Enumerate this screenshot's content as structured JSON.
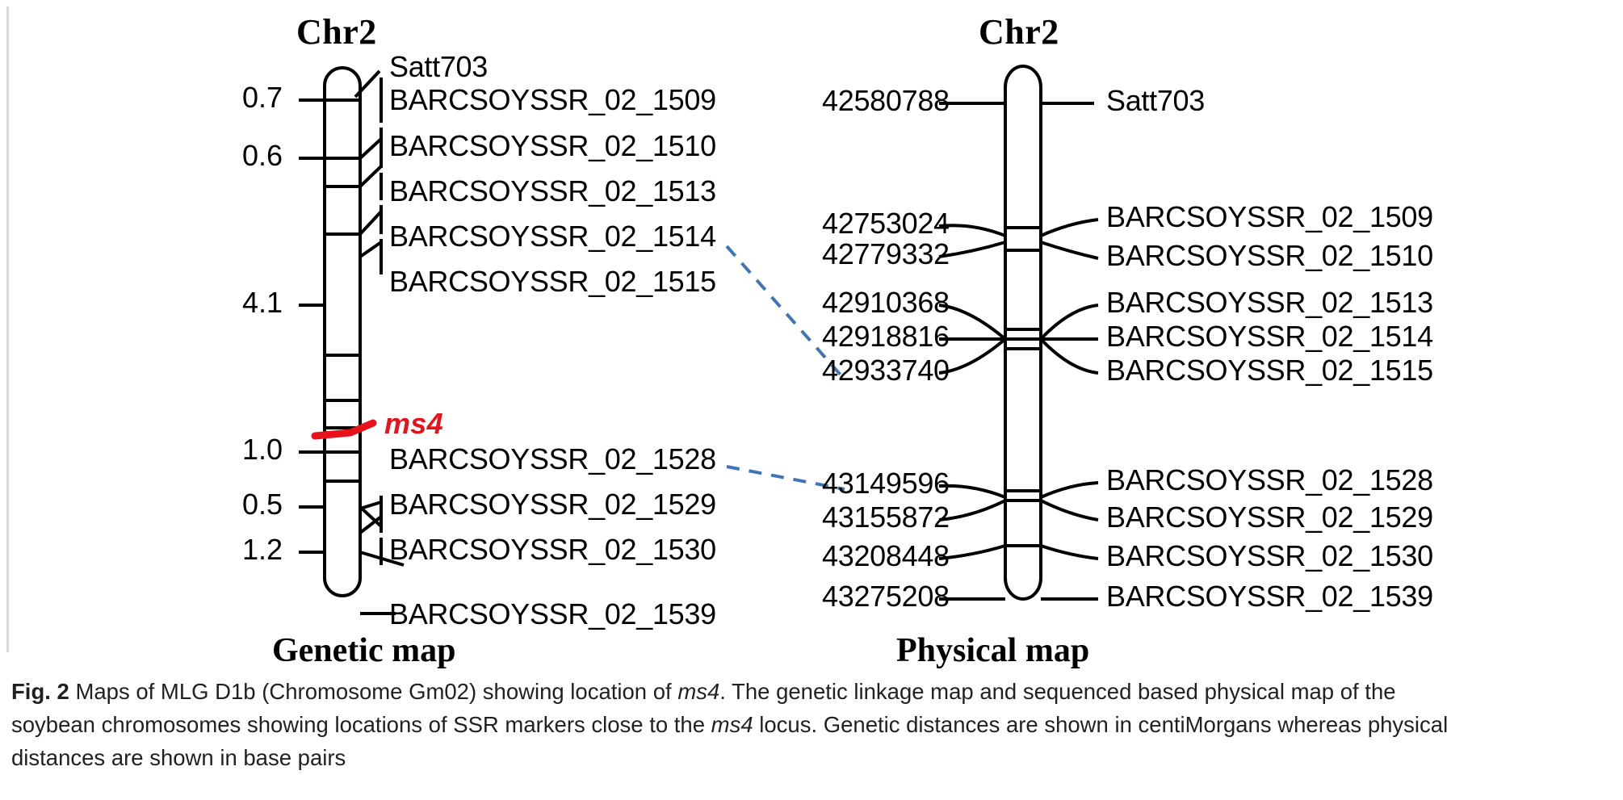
{
  "figure": {
    "label": "Fig. 2",
    "caption_lines": [
      "Maps of MLG D1b (Chromosome Gm02) showing location of ms4. The genetic linkage map and sequenced based physical map of the",
      "soybean chromosomes showing locations of SSR markers close to the ms4 locus. Genetic distances are shown in centiMorgans whereas physical",
      "distances are shown in base pairs"
    ],
    "caption_italic_terms": [
      "ms4"
    ]
  },
  "genetic_map": {
    "title": "Chr2",
    "footer": "Genetic map",
    "unit": "centiMorgans",
    "distances": [
      "0.7",
      "0.6",
      "4.1",
      "1.0",
      "0.5",
      "1.2"
    ],
    "locus": {
      "name": "ms4",
      "color": "#e8131a"
    },
    "markers": [
      "Satt703",
      "BARCSOYSSR_02_1509",
      "BARCSOYSSR_02_1510",
      "BARCSOYSSR_02_1513",
      "BARCSOYSSR_02_1514",
      "BARCSOYSSR_02_1515",
      "BARCSOYSSR_02_1528",
      "BARCSOYSSR_02_1529",
      "BARCSOYSSR_02_1530",
      "BARCSOYSSR_02_1539"
    ]
  },
  "physical_map": {
    "title": "Chr2",
    "footer": "Physical map",
    "unit": "base pairs",
    "rows": [
      {
        "position": "42580788",
        "marker": "Satt703"
      },
      {
        "position": "42753024",
        "marker": "BARCSOYSSR_02_1509"
      },
      {
        "position": "42779332",
        "marker": "BARCSOYSSR_02_1510"
      },
      {
        "position": "42910368",
        "marker": "BARCSOYSSR_02_1513"
      },
      {
        "position": "42918816",
        "marker": "BARCSOYSSR_02_1514"
      },
      {
        "position": "42933740",
        "marker": "BARCSOYSSR_02_1515"
      },
      {
        "position": "43149596",
        "marker": "BARCSOYSSR_02_1528"
      },
      {
        "position": "43155872",
        "marker": "BARCSOYSSR_02_1529"
      },
      {
        "position": "43208448",
        "marker": "BARCSOYSSR_02_1530"
      },
      {
        "position": "43275208",
        "marker": "BARCSOYSSR_02_1539"
      }
    ]
  },
  "connectors": {
    "color": "#3f75b5",
    "links": [
      {
        "from_marker": "BARCSOYSSR_02_1515",
        "to_position": "42933740"
      },
      {
        "from_marker": "BARCSOYSSR_02_1528",
        "to_position": "43149596"
      }
    ]
  },
  "chart_data": {
    "type": "diagram",
    "title": "Maps of MLG D1b (Chromosome Gm02) showing location of ms4",
    "panels": [
      {
        "name": "Genetic map",
        "chromosome": "Chr2",
        "axis_unit": "cM",
        "interval_distances_cM": [
          0.7,
          0.6,
          4.1,
          1.0,
          0.5,
          1.2
        ],
        "features": [
          {
            "marker": "Satt703",
            "type": "SSR"
          },
          {
            "marker": "BARCSOYSSR_02_1509",
            "type": "SSR"
          },
          {
            "marker": "BARCSOYSSR_02_1510",
            "type": "SSR"
          },
          {
            "marker": "BARCSOYSSR_02_1513",
            "type": "SSR"
          },
          {
            "marker": "BARCSOYSSR_02_1514",
            "type": "SSR"
          },
          {
            "marker": "BARCSOYSSR_02_1515",
            "type": "SSR"
          },
          {
            "marker": "ms4",
            "type": "locus"
          },
          {
            "marker": "BARCSOYSSR_02_1528",
            "type": "SSR"
          },
          {
            "marker": "BARCSOYSSR_02_1529",
            "type": "SSR"
          },
          {
            "marker": "BARCSOYSSR_02_1530",
            "type": "SSR"
          },
          {
            "marker": "BARCSOYSSR_02_1539",
            "type": "SSR"
          }
        ]
      },
      {
        "name": "Physical map",
        "chromosome": "Chr2",
        "axis_unit": "bp",
        "features": [
          {
            "marker": "Satt703",
            "position_bp": 42580788
          },
          {
            "marker": "BARCSOYSSR_02_1509",
            "position_bp": 42753024
          },
          {
            "marker": "BARCSOYSSR_02_1510",
            "position_bp": 42779332
          },
          {
            "marker": "BARCSOYSSR_02_1513",
            "position_bp": 42910368
          },
          {
            "marker": "BARCSOYSSR_02_1514",
            "position_bp": 42918816
          },
          {
            "marker": "BARCSOYSSR_02_1515",
            "position_bp": 42933740
          },
          {
            "marker": "BARCSOYSSR_02_1528",
            "position_bp": 43149596
          },
          {
            "marker": "BARCSOYSSR_02_1529",
            "position_bp": 43155872
          },
          {
            "marker": "BARCSOYSSR_02_1530",
            "position_bp": 43208448
          },
          {
            "marker": "BARCSOYSSR_02_1539",
            "position_bp": 43275208
          }
        ]
      }
    ]
  }
}
